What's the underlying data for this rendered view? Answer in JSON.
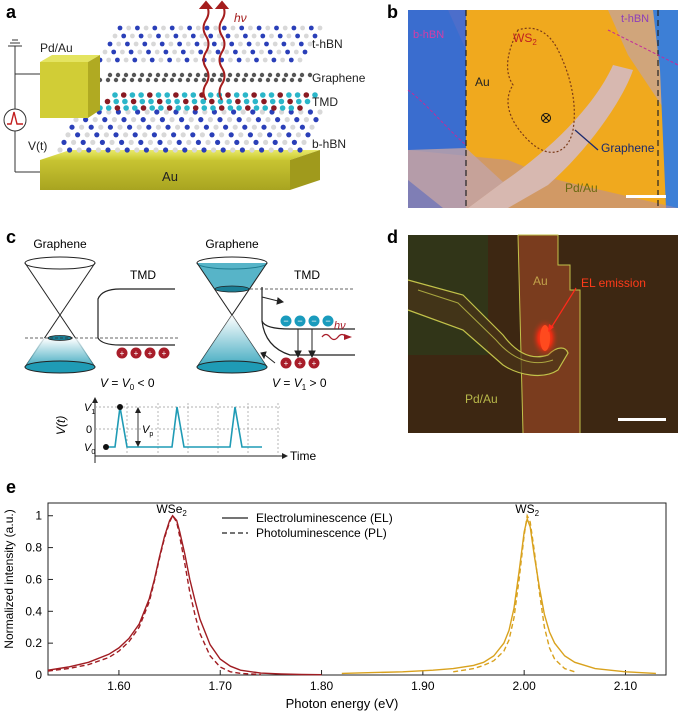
{
  "panels": {
    "a": {
      "letter": "a",
      "labels": {
        "top_hbn": "t-hBN",
        "graphene": "Graphene",
        "tmd": "TMD",
        "bottom_hbn": "b-hBN",
        "au": "Au",
        "pd_au": "Pd/Au",
        "voltage": "V(t)",
        "photon": "hν"
      }
    },
    "b": {
      "letter": "b",
      "labels": {
        "b_hbn": "b-hBN",
        "t_hbn": "t-hBN",
        "ws2": "WS",
        "ws2_sub": "2",
        "au": "Au",
        "graphene": "Graphene",
        "pd_au": "Pd/Au"
      },
      "colors": {
        "au": "#f0a91e",
        "hbn_blue": "#3d7fd6",
        "graphene_strip": "#d7b8b0"
      }
    },
    "c": {
      "letter": "c",
      "labels": {
        "graphene_left": "Graphene",
        "graphene_right": "Graphene",
        "tmd_left": "TMD",
        "tmd_right": "TMD",
        "cond_left_v": "V",
        "cond_left_eq": " = ",
        "cond_left_v0": "V",
        "cond_left_v0_sub": "0",
        "cond_left_rel": " < 0",
        "cond_right_v": "V",
        "cond_right_eq": " = ",
        "cond_right_v1": "V",
        "cond_right_v1_sub": "1",
        "cond_right_rel": " > 0",
        "photon": "hν",
        "trace_ylabel": "V(t)",
        "trace_xlabel": "Time",
        "v1": "V",
        "v1_sub": "1",
        "zero": "0",
        "v0": "V",
        "v0_sub": "0",
        "vp": "V",
        "vp_sub": "p"
      },
      "colors": {
        "cone": "#1f9bb5",
        "trace": "#1f9bb5",
        "hole": "#a81d2a",
        "electron": "#1a9bbd"
      }
    },
    "d": {
      "letter": "d",
      "labels": {
        "au": "Au",
        "el_emission": "EL emission",
        "pd_au": "Pd/Au"
      },
      "colors": {
        "background": "#3d2712",
        "au_region": "#7a3c1e",
        "emission": "#ff3b1a",
        "outline": "#c2c24a"
      }
    },
    "e": {
      "letter": "e"
    }
  },
  "chart_data": {
    "type": "line",
    "xlabel": "Photon energy (eV)",
    "ylabel": "Normalized intensity (a.u.)",
    "xlim": [
      1.53,
      2.14
    ],
    "ylim": [
      0,
      1.08
    ],
    "xticks": [
      "1.60",
      "1.70",
      "1.80",
      "1.90",
      "2.00",
      "2.10"
    ],
    "xtick_values": [
      1.6,
      1.7,
      1.8,
      1.9,
      2.0,
      2.1
    ],
    "yticks": [
      "0",
      "0.2",
      "0.4",
      "0.6",
      "0.8",
      "1"
    ],
    "ytick_values": [
      0,
      0.2,
      0.4,
      0.6,
      0.8,
      1.0
    ],
    "legend": {
      "placement": "top-center",
      "entries": [
        {
          "label": "Electroluminescence (EL)",
          "style": "solid"
        },
        {
          "label": "Photoluminescence (PL)",
          "style": "dashed"
        }
      ]
    },
    "annotations": [
      {
        "text": "WSe",
        "sub": "2",
        "x": 1.652
      },
      {
        "text": "WS",
        "sub": "2",
        "x": 2.003
      }
    ],
    "series": [
      {
        "name": "Electroluminescence (EL)",
        "group": "WSe2",
        "color": "#a01c22",
        "dash": false,
        "x": [
          1.53,
          1.55,
          1.57,
          1.59,
          1.6,
          1.61,
          1.62,
          1.63,
          1.635,
          1.64,
          1.645,
          1.65,
          1.653,
          1.657,
          1.66,
          1.665,
          1.67,
          1.675,
          1.68,
          1.69,
          1.7,
          1.71,
          1.72,
          1.74,
          1.76,
          1.78,
          1.8
        ],
        "y": [
          0.03,
          0.05,
          0.08,
          0.13,
          0.17,
          0.23,
          0.32,
          0.48,
          0.6,
          0.74,
          0.87,
          0.97,
          1.0,
          0.97,
          0.9,
          0.76,
          0.6,
          0.47,
          0.35,
          0.19,
          0.1,
          0.055,
          0.03,
          0.012,
          0.006,
          0.003,
          0.002
        ]
      },
      {
        "name": "Photoluminescence (PL)",
        "group": "WSe2",
        "color": "#a01c22",
        "dash": true,
        "x": [
          1.53,
          1.55,
          1.57,
          1.59,
          1.6,
          1.61,
          1.62,
          1.63,
          1.635,
          1.64,
          1.645,
          1.65,
          1.653,
          1.657,
          1.66,
          1.665,
          1.67,
          1.675,
          1.68,
          1.69,
          1.7,
          1.71,
          1.72,
          1.74
        ],
        "y": [
          0.025,
          0.04,
          0.065,
          0.11,
          0.15,
          0.21,
          0.3,
          0.46,
          0.59,
          0.73,
          0.86,
          0.96,
          1.0,
          0.96,
          0.87,
          0.7,
          0.52,
          0.38,
          0.26,
          0.12,
          0.05,
          0.02,
          0.01,
          0.003
        ]
      },
      {
        "name": "Electroluminescence (EL)",
        "group": "WS2",
        "color": "#d9a21e",
        "dash": false,
        "x": [
          1.82,
          1.85,
          1.88,
          1.91,
          1.93,
          1.95,
          1.96,
          1.97,
          1.98,
          1.985,
          1.99,
          1.995,
          2.0,
          2.003,
          2.006,
          2.01,
          2.015,
          2.02,
          2.025,
          2.03,
          2.04,
          2.05,
          2.07,
          2.1,
          2.13
        ],
        "y": [
          0.01,
          0.015,
          0.02,
          0.03,
          0.04,
          0.06,
          0.08,
          0.12,
          0.2,
          0.28,
          0.42,
          0.65,
          0.9,
          0.98,
          0.93,
          0.75,
          0.55,
          0.38,
          0.27,
          0.2,
          0.12,
          0.08,
          0.04,
          0.02,
          0.01
        ]
      },
      {
        "name": "Photoluminescence (PL)",
        "group": "WS2",
        "color": "#d9a21e",
        "dash": true,
        "x": [
          1.93,
          1.95,
          1.96,
          1.97,
          1.98,
          1.985,
          1.99,
          1.995,
          2.0,
          2.003,
          2.006,
          2.01,
          2.015,
          2.02,
          2.025,
          2.03,
          2.04,
          2.05
        ],
        "y": [
          0.02,
          0.04,
          0.06,
          0.09,
          0.15,
          0.22,
          0.36,
          0.6,
          0.88,
          1.0,
          0.96,
          0.78,
          0.52,
          0.3,
          0.17,
          0.1,
          0.04,
          0.02
        ]
      }
    ]
  }
}
